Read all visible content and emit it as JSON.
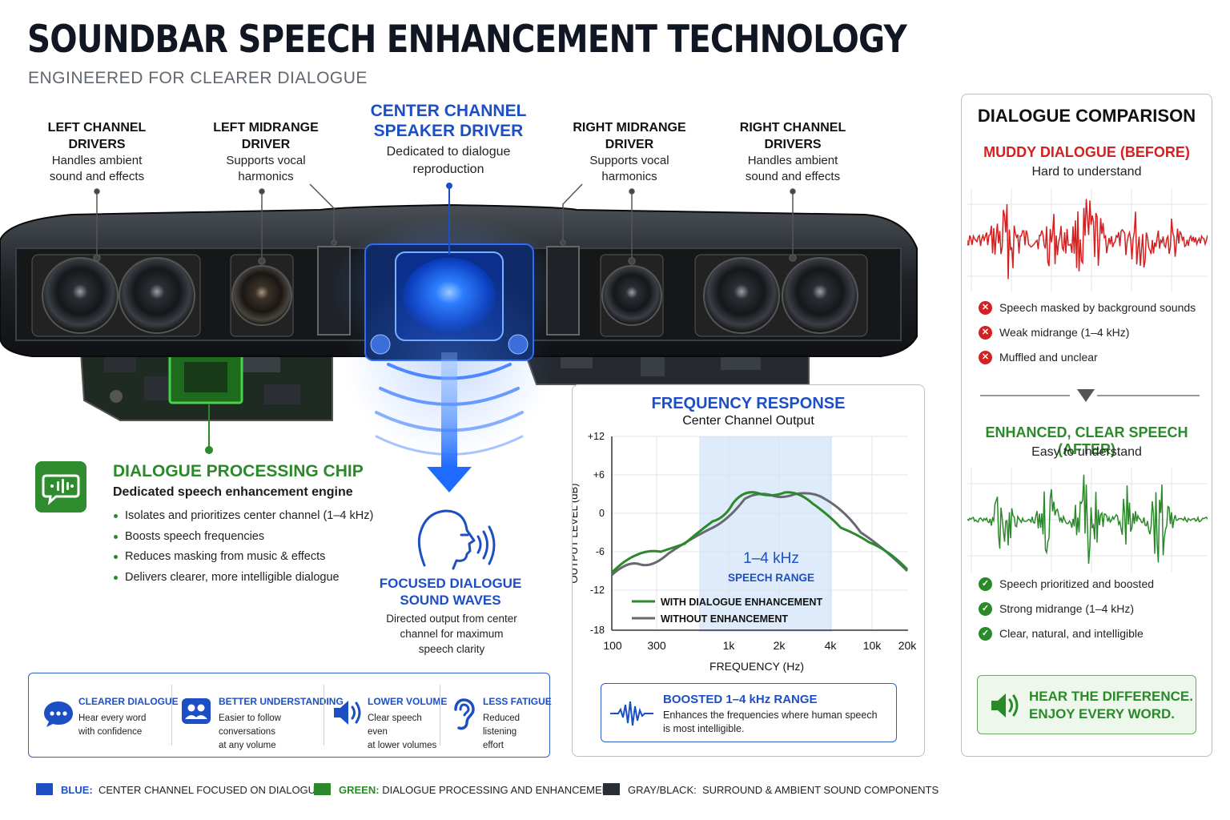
{
  "header": {
    "title": "SOUNDBAR SPEECH ENHANCEMENT TECHNOLOGY",
    "subtitle": "ENGINEERED FOR CLEARER DIALOGUE"
  },
  "callouts": {
    "left_channel": {
      "title": "LEFT CHANNEL\nDRIVERS",
      "desc": "Handles ambient\nsound and effects"
    },
    "left_midrange": {
      "title": "LEFT MIDRANGE\nDRIVER",
      "desc": "Supports vocal\nharmonics"
    },
    "center": {
      "title": "CENTER CHANNEL\nSPEAKER DRIVER",
      "desc": "Dedicated to dialogue\nreproduction"
    },
    "right_midrange": {
      "title": "RIGHT MIDRANGE\nDRIVER",
      "desc": "Supports vocal\nharmonics"
    },
    "right_channel": {
      "title": "RIGHT CHANNEL\nDRIVERS",
      "desc": "Handles ambient\nsound and effects"
    }
  },
  "chip": {
    "title": "DIALOGUE PROCESSING CHIP",
    "subtitle": "Dedicated speech enhancement engine",
    "items": [
      "Isolates and prioritizes center channel (1–4 kHz)",
      "Boosts speech frequencies",
      "Reduces masking from music & effects",
      "Delivers clearer, more intelligible dialogue"
    ]
  },
  "focused": {
    "title": "FOCUSED DIALOGUE\nSOUND WAVES",
    "desc": "Directed output from center\nchannel for maximum\nspeech clarity"
  },
  "benefits": [
    {
      "title": "CLEARER DIALOGUE",
      "desc": "Hear every word\nwith confidence",
      "icon": "chat-bubble-icon"
    },
    {
      "title": "BETTER UNDERSTANDING",
      "desc": "Easier to follow conversations\nat any volume",
      "icon": "people-icon"
    },
    {
      "title": "LOWER VOLUME",
      "desc": "Clear speech even\nat lower volumes",
      "icon": "speaker-icon"
    },
    {
      "title": "LESS FATIGUE",
      "desc": "Reduced listening\neffort",
      "icon": "ear-icon"
    }
  ],
  "frequency": {
    "title": "FREQUENCY RESPONSE",
    "subtitle": "Center Channel Output",
    "ylabel": "OUTPUT LEVEL (dB)",
    "xlabel": "FREQUENCY (Hz)",
    "yticks": [
      "+12",
      "+6",
      "0",
      "-6",
      "-12",
      "-18"
    ],
    "xticks": [
      "100",
      "300",
      "1k",
      "2k",
      "4k",
      "10k",
      "20k"
    ],
    "band_label": "1–4 kHz",
    "band_sub": "SPEECH RANGE",
    "legend_with": "WITH DIALOGUE ENHANCEMENT",
    "legend_without": "WITHOUT ENHANCEMENT",
    "with_color": "#2a8a2a",
    "without_color": "#666a70"
  },
  "boost": {
    "title": "BOOSTED 1–4 kHz RANGE",
    "desc": "Enhances the frequencies where human speech\nis most intelligible."
  },
  "comparison": {
    "title": "DIALOGUE COMPARISON",
    "before_title": "MUDDY DIALOGUE (BEFORE)",
    "before_sub": "Hard to understand",
    "before_items": [
      "Speech masked by background sounds",
      "Weak midrange (1–4 kHz)",
      "Muffled and unclear"
    ],
    "after_title": "ENHANCED, CLEAR SPEECH (AFTER)",
    "after_sub": "Easy to understand",
    "after_items": [
      "Speech prioritized and boosted",
      "Strong midrange (1–4 kHz)",
      "Clear, natural, and intelligible"
    ],
    "cta": "HEAR THE DIFFERENCE.\nENJOY EVERY WORD.",
    "before_color": "#d42020",
    "after_color": "#2a8a2a"
  },
  "legend": [
    {
      "key": "BLUE:",
      "text": "CENTER CHANNEL FOCUSED ON DIALOGUE",
      "color": "#1d4fc4"
    },
    {
      "key": "GREEN:",
      "text": "DIALOGUE PROCESSING AND ENHANCEMENT",
      "color": "#2a8a2a"
    },
    {
      "key": "GRAY/BLACK:",
      "text": "SURROUND & AMBIENT SOUND COMPONENTS",
      "color": "#2a2e35"
    }
  ]
}
